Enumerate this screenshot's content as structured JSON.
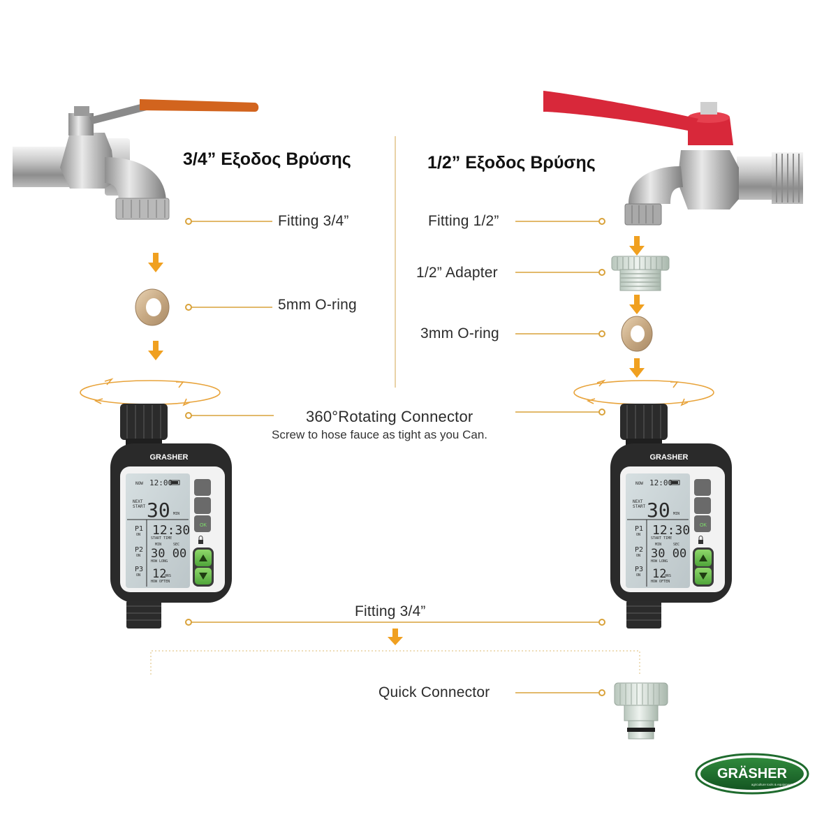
{
  "headings": {
    "left": "3/4” Εξοδος Βρύσης",
    "right": "1/2” Εξοδος Βρύσης"
  },
  "labels": {
    "left_fitting": "Fitting 3/4”",
    "left_oring": "5mm O-ring",
    "right_fitting": "Fitting 1/2”",
    "right_adapter": "1/2” Adapter",
    "right_oring": "3mm O-ring",
    "rotating_title": "360°Rotating Connector",
    "rotating_sub": "Screw to hose fauce as tight as you Can.",
    "bottom_fitting": "Fitting 3/4”",
    "quick_connector": "Quick Connector"
  },
  "device": {
    "brand": "GRASHER",
    "lcd": {
      "now": "NOW",
      "time": "12:00",
      "next": "NEXT",
      "start": "START",
      "next_value": "30",
      "min": "MIN",
      "p1": "P1",
      "p2": "P2",
      "p3": "P3",
      "on": "ON",
      "start_time_value": "12:30",
      "start_time": "START TIME",
      "min_short": "MIN",
      "sec": "SEC",
      "how_long_value": "30 00",
      "how_long": "HOW LONG",
      "how_often_value": "12",
      "hrs": "HRS",
      "how_often": "HOW OFTEN"
    },
    "ok_label": "OK"
  },
  "logo": {
    "text": "GRÄSHER",
    "tagline": "agriculture tools & equipment"
  },
  "colors": {
    "accent": "#f0a020",
    "leader": "#d9a23a",
    "device_body": "#2a2a2a",
    "lcd_bg": "#cdd6d8",
    "button_green": "#6cc04a",
    "tap_handle_left": "#d2641e",
    "tap_handle_right": "#d8283a",
    "logo_green": "#1f6b2e"
  },
  "icons": [
    "arrow-down-icon",
    "rotation-ellipse-icon",
    "battery-icon",
    "lock-icon",
    "water-drop-icon",
    "up-arrow-icon",
    "down-arrow-icon"
  ]
}
